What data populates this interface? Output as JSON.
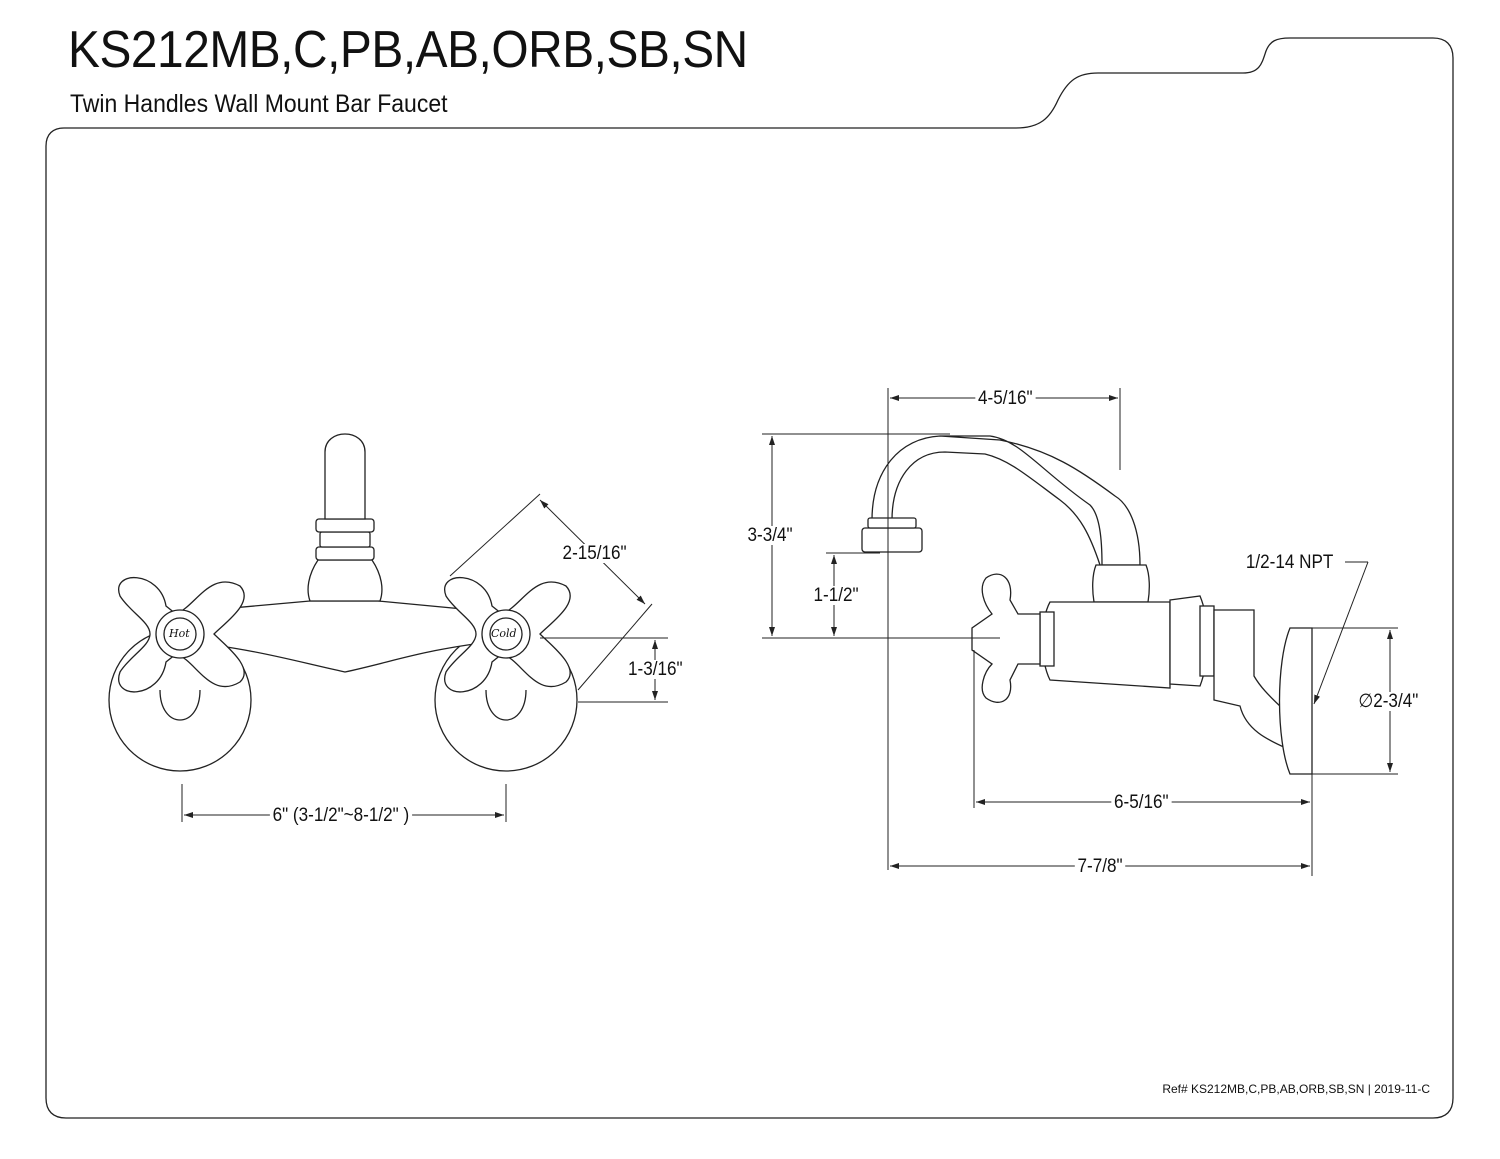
{
  "header": {
    "title": "KS212MB,C,PB,AB,ORB,SB,SN",
    "subtitle": "Twin Handles Wall Mount Bar Faucet"
  },
  "front_view": {
    "handle_labels": {
      "hot": "Hot",
      "cold": "Cold"
    },
    "dimensions": {
      "handle_diagonal": "2-15/16\"",
      "handle_height": "1-3/16\"",
      "center_spread": "6\" (3-1/2\"~8-1/2\" )"
    }
  },
  "side_view": {
    "dimensions": {
      "spout_reach": "4-5/16\"",
      "total_height": "3-3/4\"",
      "spout_height": "1-1/2\"",
      "thread": "1/2-14 NPT",
      "flange_diameter": "∅2-3/4\"",
      "handle_to_wall": "6-5/16\"",
      "overall_depth": "7-7/8\""
    }
  },
  "footer": {
    "reference": "Ref# KS212MB,C,PB,AB,ORB,SB,SN | 2019-11-C"
  }
}
